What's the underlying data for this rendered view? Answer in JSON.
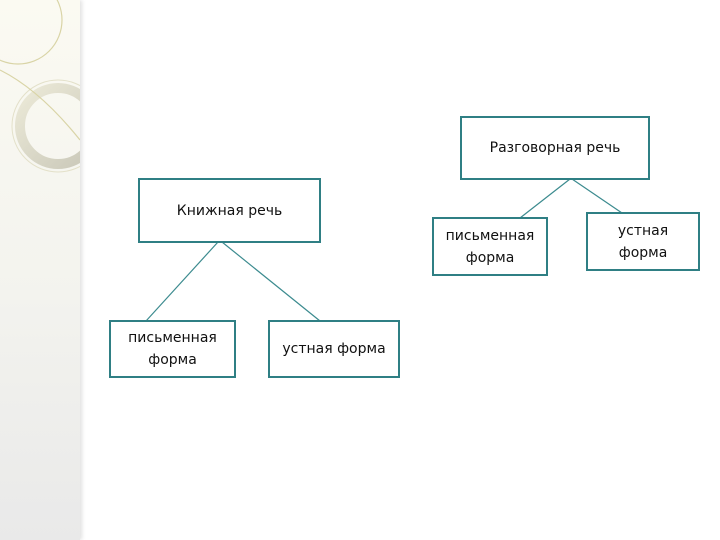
{
  "diagram": {
    "colors": {
      "border": "#2f7f84",
      "connector": "#3c8b8f",
      "ornament": "#d9d4a6"
    },
    "left_tree": {
      "root": "Книжная речь",
      "children": [
        "письменная форма",
        "устная форма"
      ]
    },
    "right_tree": {
      "root": "Разговорная речь",
      "children": [
        "письменная форма",
        "устная форма"
      ]
    }
  }
}
